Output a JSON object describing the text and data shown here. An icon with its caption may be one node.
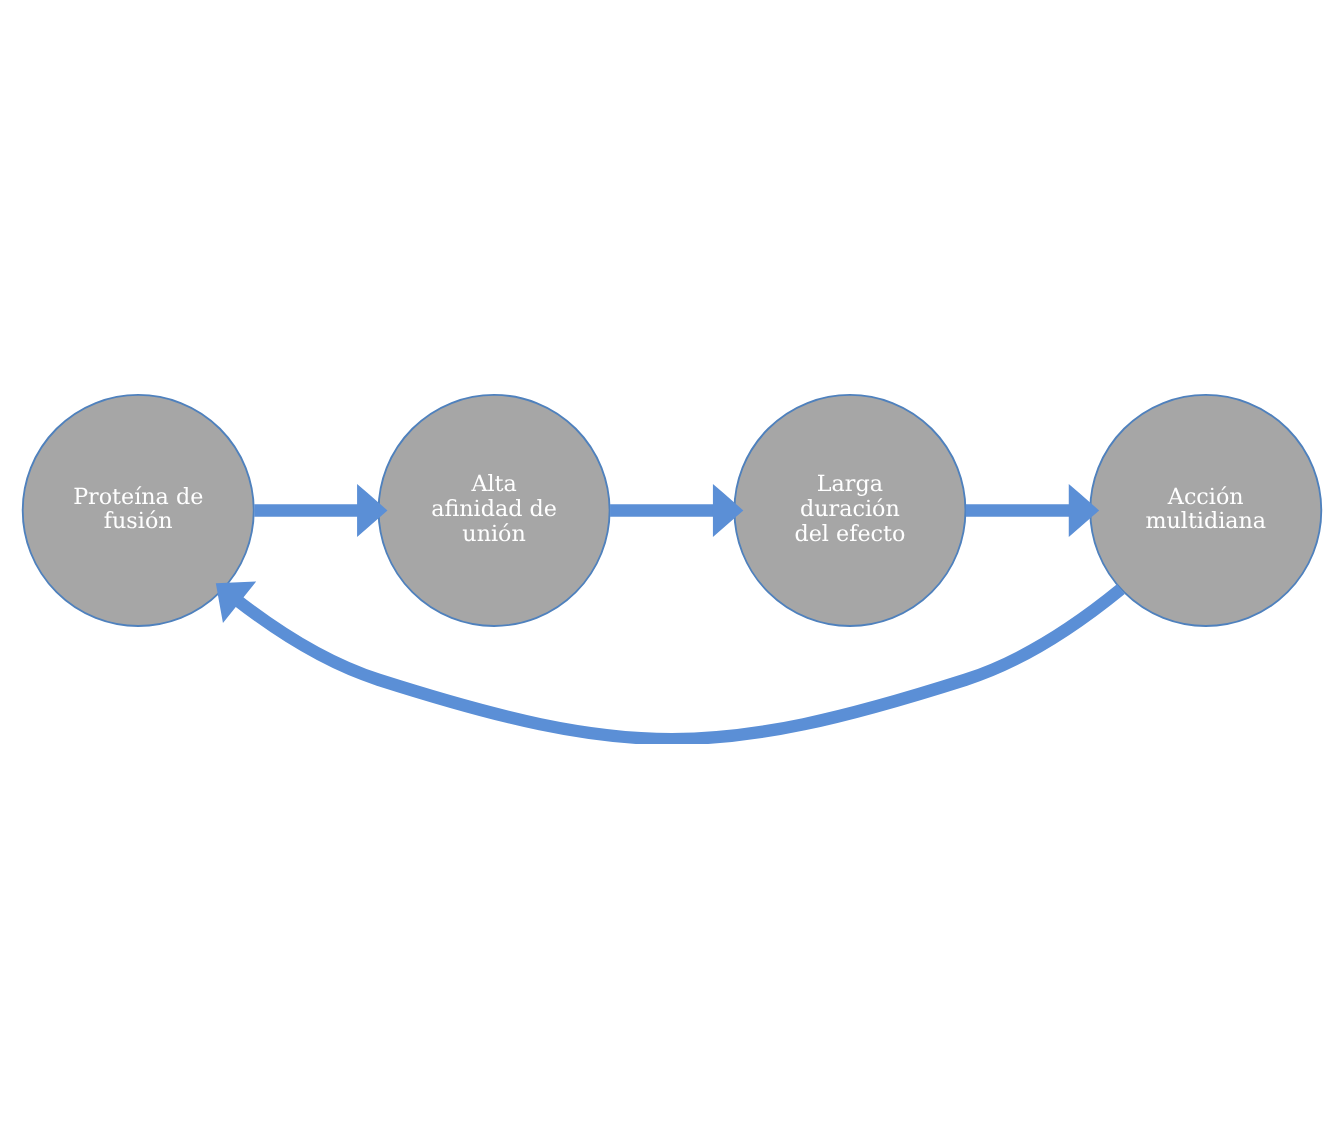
{
  "diagram": {
    "nodes": [
      {
        "text": [
          "Proteína de fusión"
        ]
      },
      {
        "text": [
          "Alta afinidad de unión"
        ]
      },
      {
        "text": [
          "Larga duración del efecto"
        ]
      },
      {
        "text": [
          "Acción multidiana"
        ]
      }
    ],
    "edges": [
      {
        "from": 0,
        "to": 1,
        "arrow": "to"
      },
      {
        "from": 1,
        "to": 2,
        "arrow": "to"
      },
      {
        "from": 2,
        "to": 3,
        "arrow": "to"
      },
      {
        "from": 3,
        "to": 0,
        "arrow": "to"
      }
    ]
  }
}
